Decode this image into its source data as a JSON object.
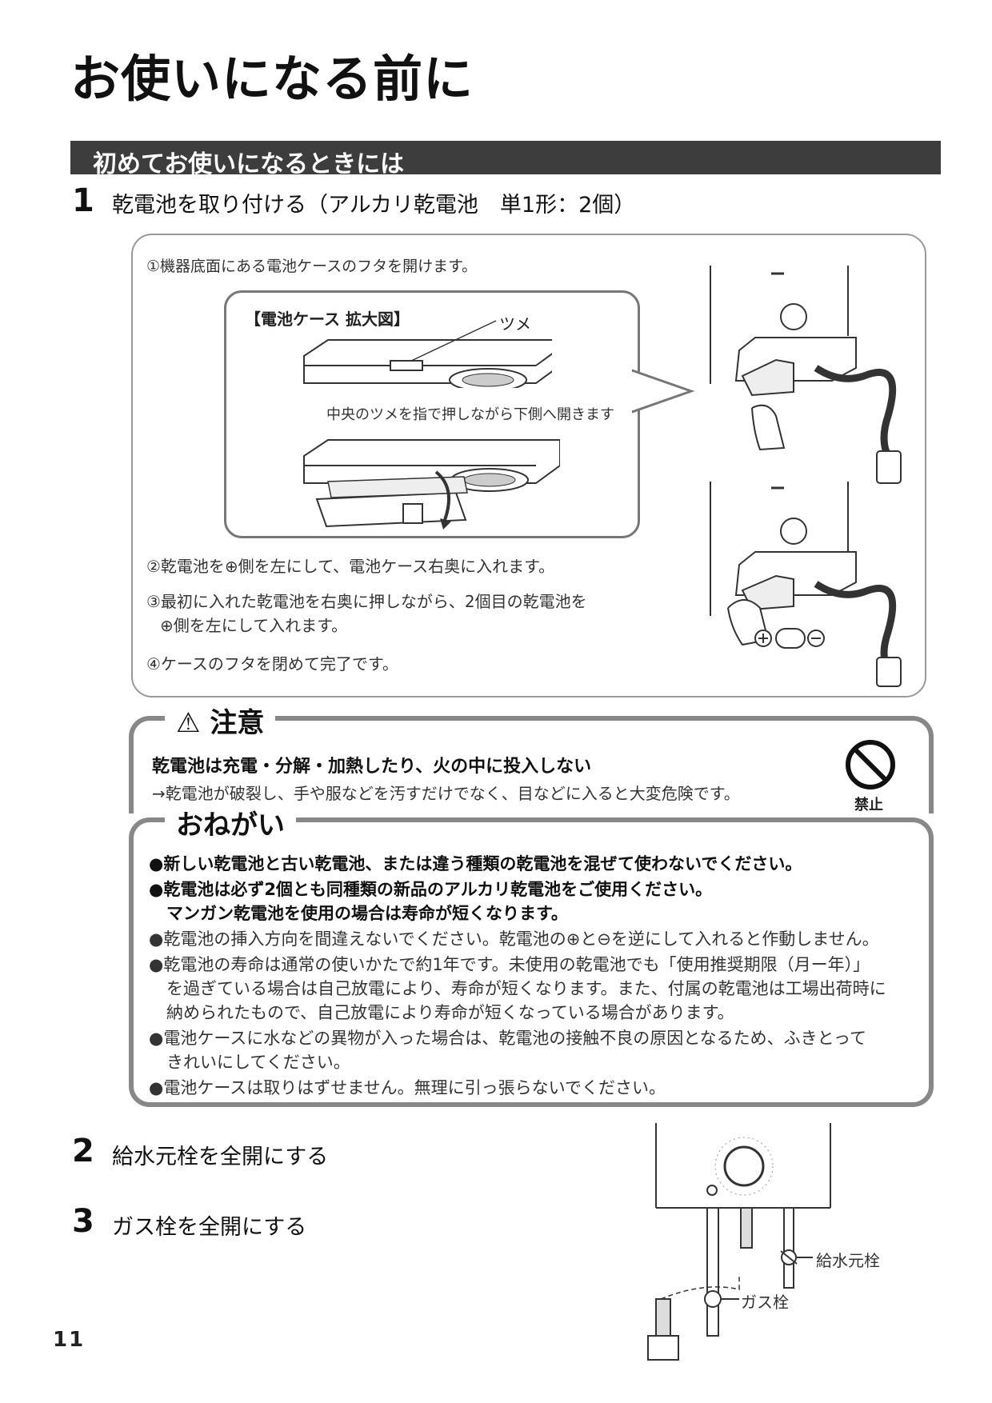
{
  "page_title": "お使いになる前に",
  "section_title": "初めてお使いになるときには",
  "steps": [
    {
      "num": "1",
      "text": "乾電池を取り付ける（アルカリ乾電池　単1形：2個）"
    },
    {
      "num": "2",
      "text": "給水元栓を全開にする"
    },
    {
      "num": "3",
      "text": "ガス栓を全開にする"
    }
  ],
  "battery": {
    "step1": "①機器底面にある電池ケースのフタを開けます。",
    "zoom_title": "【電池ケース 拡大図】",
    "claw_label": "ツメ",
    "zoom_caption": "中央のツメを指で押しながら下側へ開きます",
    "step2": "②乾電池を⊕側を左にして、電池ケース右奥に入れます。",
    "step3_line1": "③最初に入れた乾電池を右奥に押しながら、2個目の乾電池を",
    "step3_line2": "⊕側を左にして入れます。",
    "step4": "④ケースのフタを閉めて完了です。"
  },
  "caution": {
    "title": "注意",
    "heading": "乾電池は充電・分解・加熱したり、火の中に投入しない",
    "detail": "→乾電池が破裂し、手や服などを汚すだけでなく、目などに入ると大変危険です。",
    "prohibit_label": "禁止"
  },
  "request": {
    "title": "おねがい",
    "lines": [
      {
        "text": "●新しい乾電池と古い乾電池、または違う種類の乾電池を混ぜて使わないでください。",
        "bold": true
      },
      {
        "text": "●乾電池は必ず2個とも同種類の新品のアルカリ乾電池をご使用ください。",
        "bold": true
      },
      {
        "text": "マンガン乾電池を使用の場合は寿命が短くなります。",
        "bold": true
      },
      {
        "text": "●乾電池の挿入方向を間違えないでください。乾電池の⊕と⊖を逆にして入れると作動しません。",
        "bold": false
      },
      {
        "text": "●乾電池の寿命は通常の使いかたで約1年です。未使用の乾電池でも「使用推奨期限（月ー年）」",
        "bold": false
      },
      {
        "text": "を過ぎている場合は自己放電により、寿命が短くなります。また、付属の乾電池は工場出荷時に",
        "bold": false
      },
      {
        "text": "納められたもので、自己放電により寿命が短くなっている場合があります。",
        "bold": false
      },
      {
        "text": "●電池ケースに水などの異物が入った場合は、乾電池の接触不良の原因となるため、ふきとって",
        "bold": false
      },
      {
        "text": "きれいにしてください。",
        "bold": false
      },
      {
        "text": "●電池ケースは取りはずせません。無理に引っ張らないでください。",
        "bold": false
      }
    ]
  },
  "valve_diagram": {
    "water_valve_label": "給水元栓",
    "gas_valve_label": "ガス栓"
  },
  "page_number": "11",
  "colors": {
    "section_bar": "#3d3d3d",
    "box_border": "#888888"
  }
}
